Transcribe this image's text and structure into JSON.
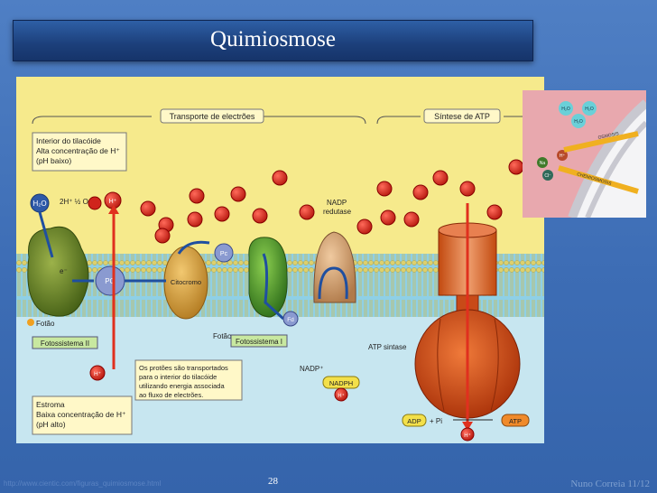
{
  "slide": {
    "title": "Quimiosmose",
    "slide_number": "28",
    "author_date": "Nuno Correia 11/12",
    "footer_url": "http://www.cientic.com/figuras_quimiosmose.html"
  },
  "figure": {
    "sections": {
      "transport": "Transporte de electrões",
      "synthesis": "Síntese de ATP"
    },
    "interior": [
      "Interior do tilacóide",
      "Alta concentração de H⁺",
      "(pH baixo)"
    ],
    "stroma": [
      "Estroma",
      "Baixa concentração de H⁺",
      "(pH alto)"
    ],
    "water": "H₂O",
    "water_split": "2H⁺ ½ O₂",
    "proton": "H⁺",
    "electron": "e⁻",
    "photon": "Fotão",
    "photosystem2": "Fotossistema II",
    "photosystem1": "Fotossistema I",
    "pq": "PQ",
    "pc": "Pc",
    "fd": "Fd",
    "cytochrome": "Citocromo",
    "nadp_reductase": [
      "NADP",
      "redutase"
    ],
    "nadp_plus": "NADP⁺",
    "nadph": "NADPH",
    "plus": "+",
    "atp_synthase": "ATP sintase",
    "adp": "ADP",
    "pi": "+ Pi",
    "atp": "ATP",
    "note": [
      "Os protões são transportados",
      "para o interior do tilacóide",
      "utilizando energia associada",
      "ao fluxo de electrões."
    ]
  },
  "inset": {
    "water": "H₂O",
    "na": "Na",
    "cl": "Cl⁻",
    "proton": "H⁺",
    "osmosis": "OSMOSIS",
    "chemiosmosis": "CHEMIOSMOSIS"
  },
  "colors": {
    "figure_bg": "#f6ea8c",
    "membrane": "#8fd0e6",
    "stroma": "#bfe3ee",
    "proton": "#d0241c",
    "arrow_red": "#e0301e",
    "arrow_blue": "#1f4fa0",
    "photosystem": "#5f7d1c",
    "cytochrome": "#d89a34",
    "atp_synthase": "#e05a1a"
  }
}
